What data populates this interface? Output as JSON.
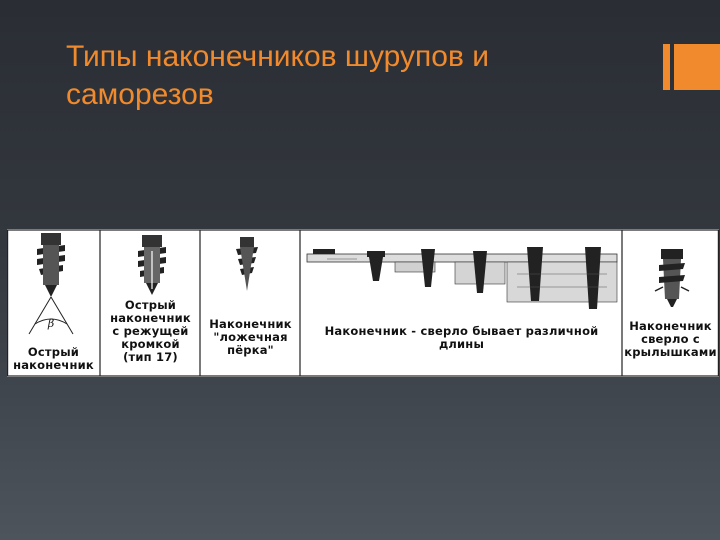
{
  "slide": {
    "title_line1": "Типы наконечников шурупов и",
    "title_line2": "саморезов",
    "accent_color": "#f08a2c",
    "background_color": "#2e3238"
  },
  "figure": {
    "panels": [
      {
        "name": "sharp",
        "label_lines": [
          "Острый",
          "наконечник"
        ],
        "angle_symbol": "β",
        "icon": "sharp-tip-screw-icon"
      },
      {
        "name": "cutting-edge",
        "label_lines": [
          "Острый",
          "наконечник",
          "с режущей",
          "кромкой",
          "(тип 17)"
        ],
        "icon": "cutting-edge-screw-icon"
      },
      {
        "name": "false-feather",
        "label_lines": [
          "Наконечник",
          "\"ложечная",
          "пёрка\""
        ],
        "icon": "false-feather-screw-icon"
      },
      {
        "name": "drill",
        "label_lines": [
          "Наконечник - сверло бывает различной",
          "длины"
        ],
        "icon": "drill-tip-screws-icon"
      },
      {
        "name": "winged-drill",
        "label_lines": [
          "Наконечник",
          "сверло с",
          "крылышками"
        ],
        "icon": "winged-drill-screw-icon"
      }
    ]
  }
}
